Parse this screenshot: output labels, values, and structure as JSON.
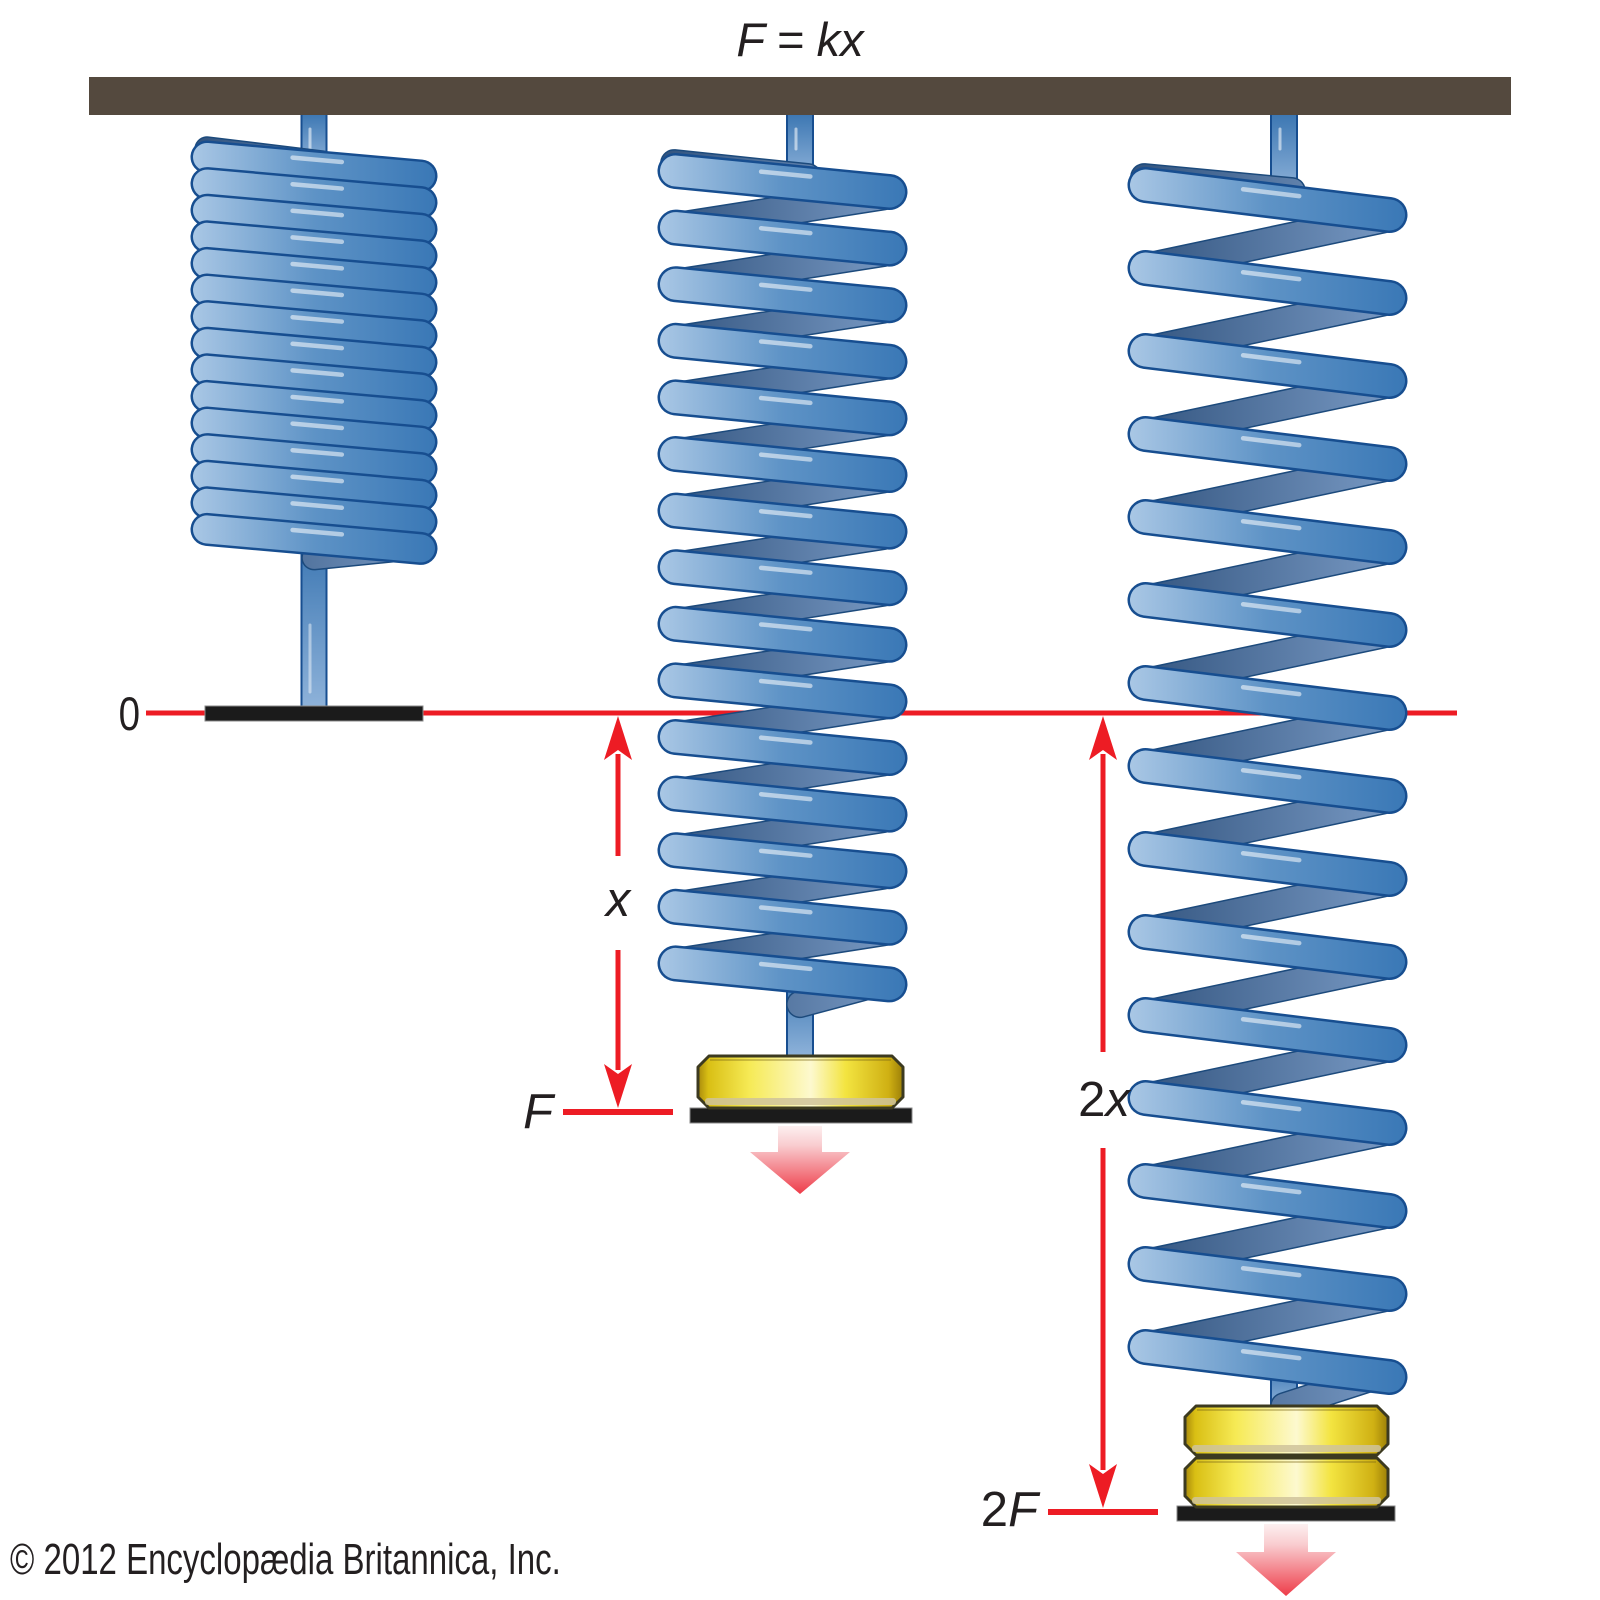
{
  "equation": {
    "lhs": "F",
    "operator": "=",
    "rhs": "kx"
  },
  "axis": {
    "zero_label": "0"
  },
  "measurements": {
    "x1_label": "x",
    "f1_label": "F",
    "x2_prefix": "2",
    "x2_var": "x",
    "f2_prefix": "2",
    "f2_var": "F"
  },
  "footer": {
    "copyright": "© 2012 Encyclopædia Britannica, Inc."
  },
  "springs": [
    {
      "id": "spring-left",
      "state": "unstretched",
      "coils": 15,
      "weights": 0
    },
    {
      "id": "spring-middle",
      "state": "stretched by x under force F",
      "coils": 15,
      "weights": 1
    },
    {
      "id": "spring-right",
      "state": "stretched by 2x under force 2F",
      "coils": 15,
      "weights": 2
    }
  ],
  "colors": {
    "beam": "#54493e",
    "accent_red": "#ed1c24",
    "label_black": "#231f20",
    "spring_light": "#a9c7e5",
    "spring_mid": "#5e93c6",
    "spring_deep": "#3a78b6",
    "spring_outline": "#174e90",
    "spring_back_dark": "#31537e",
    "spring_back_light": "#7b9cc6",
    "stem_top": "#3b76b2",
    "stem_bottom": "#8fb3da",
    "weight_outline": "#3c3a20",
    "gold_edge": "#a8890c",
    "gold_main": "#f6ea55",
    "gold_pale": "#fdf9cf",
    "gold_deep": "#cfb013",
    "plate_black": "#1b1b1b",
    "force_arrow_light": "#fdf3f3",
    "force_arrow_mid": "#f9cdd0",
    "force_arrow_red": "#ee3c49"
  }
}
